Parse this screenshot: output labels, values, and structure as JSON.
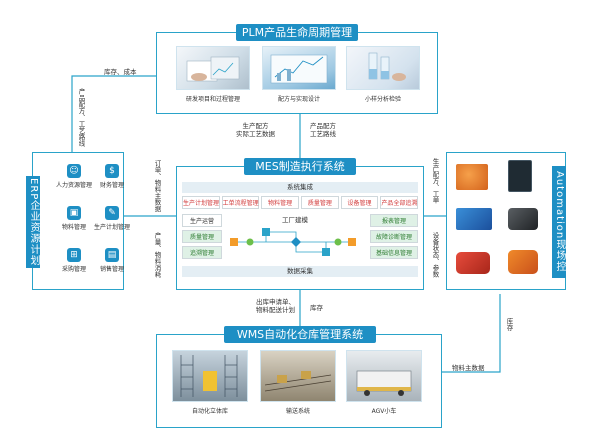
{
  "plm": {
    "title": "PLM产品生命周期管理",
    "items": [
      "研发项目和过程管理",
      "配方与实现设计",
      "小样分析检验"
    ]
  },
  "mes": {
    "title": "MES制造执行系统",
    "header": "系统集成",
    "top_row": [
      "生产计划管理",
      "工单流程管理",
      "物料管理",
      "质量管理",
      "设备管理",
      "产品全部追溯"
    ],
    "left_col": [
      "生产运营",
      "质量管理",
      "追溯管理"
    ],
    "right_col": [
      "报表管理",
      "故障诊断管理",
      "基础信息管理"
    ],
    "center": "工厂建模",
    "footer": "数据采集"
  },
  "erp": {
    "title": "ERP企业资源计划",
    "items": [
      "人力资源管理",
      "财务管理",
      "物料管理",
      "生产计划管理",
      "采购管理",
      "销售管理"
    ],
    "icons": [
      "people-icon",
      "money-icon",
      "box-icon",
      "edit-icon",
      "cart-icon",
      "chart-icon"
    ]
  },
  "automation": {
    "title": "Automation现场控制系统"
  },
  "wms": {
    "title": "WMS自动化仓库管理系统",
    "items": [
      "自动化立体库",
      "输送系统",
      "AGV小车"
    ]
  },
  "connectors": {
    "erp_plm": "库存、成本",
    "erp_plm_v": "产品配方、工艺路线",
    "plm_mes_left": "生产配方\n实际工艺数据",
    "plm_mes_right": "产品配方\n工艺路线",
    "erp_mes_top": "订单、物料主数据",
    "erp_mes_bottom": "产量、物料消耗",
    "auto_mes_top": "生产配方、工单",
    "auto_mes_bottom": "设备状态、参数",
    "mes_wms_left": "出库申请单、\n物料配送计划",
    "mes_wms_right": "库存",
    "auto_wms_top": "库存",
    "auto_wms_bottom": "物料主数据"
  },
  "colors": {
    "accent": "#1e8fc4",
    "border": "#2aa3c9",
    "red_text": "#d23b3b",
    "green_cell": "#dff1e6"
  }
}
